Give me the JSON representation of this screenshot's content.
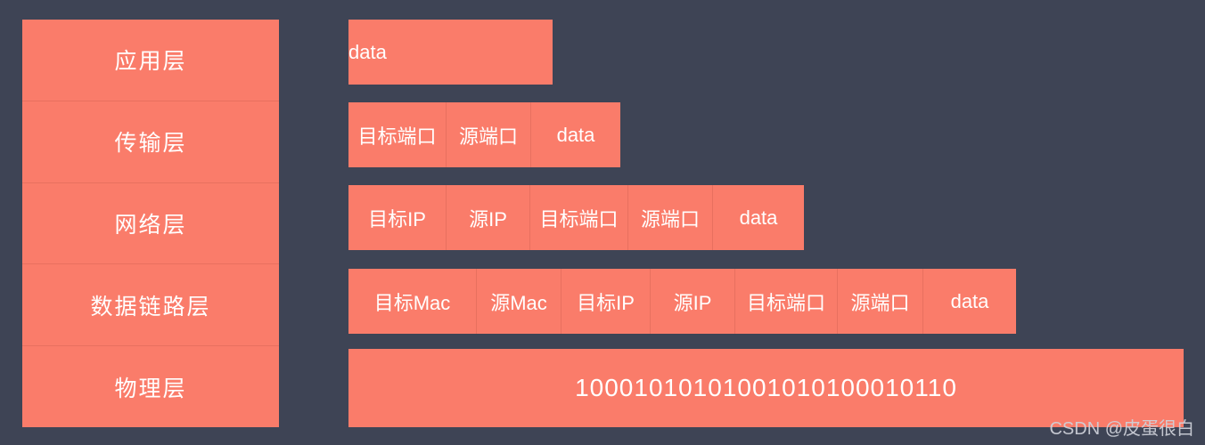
{
  "theme": {
    "background_color": "#3e4455",
    "block_color": "#fa7c6a",
    "divider_color": "#e8705f",
    "text_color": "#ffffff",
    "watermark_color": "#cfd2da"
  },
  "layer_stack": {
    "layers": [
      {
        "label": "应用层"
      },
      {
        "label": "传输层"
      },
      {
        "label": "网络层"
      },
      {
        "label": "数据链路层"
      },
      {
        "label": "物理层"
      }
    ]
  },
  "encapsulation": {
    "rows": [
      {
        "name": "application-pdu",
        "cells": [
          "data"
        ]
      },
      {
        "name": "transport-pdu",
        "cells": [
          "目标端口",
          "源端口",
          "data"
        ]
      },
      {
        "name": "network-pdu",
        "cells": [
          "目标IP",
          "源IP",
          "目标端口",
          "源端口",
          "data"
        ]
      },
      {
        "name": "datalink-pdu",
        "cells": [
          "目标Mac",
          "源Mac",
          "目标IP",
          "源IP",
          "目标端口",
          "源端口",
          "data"
        ]
      },
      {
        "name": "physical-pdu",
        "cells": [
          "10001010101001010100010110"
        ]
      }
    ]
  },
  "watermark": {
    "text": "CSDN @皮蛋很白"
  }
}
